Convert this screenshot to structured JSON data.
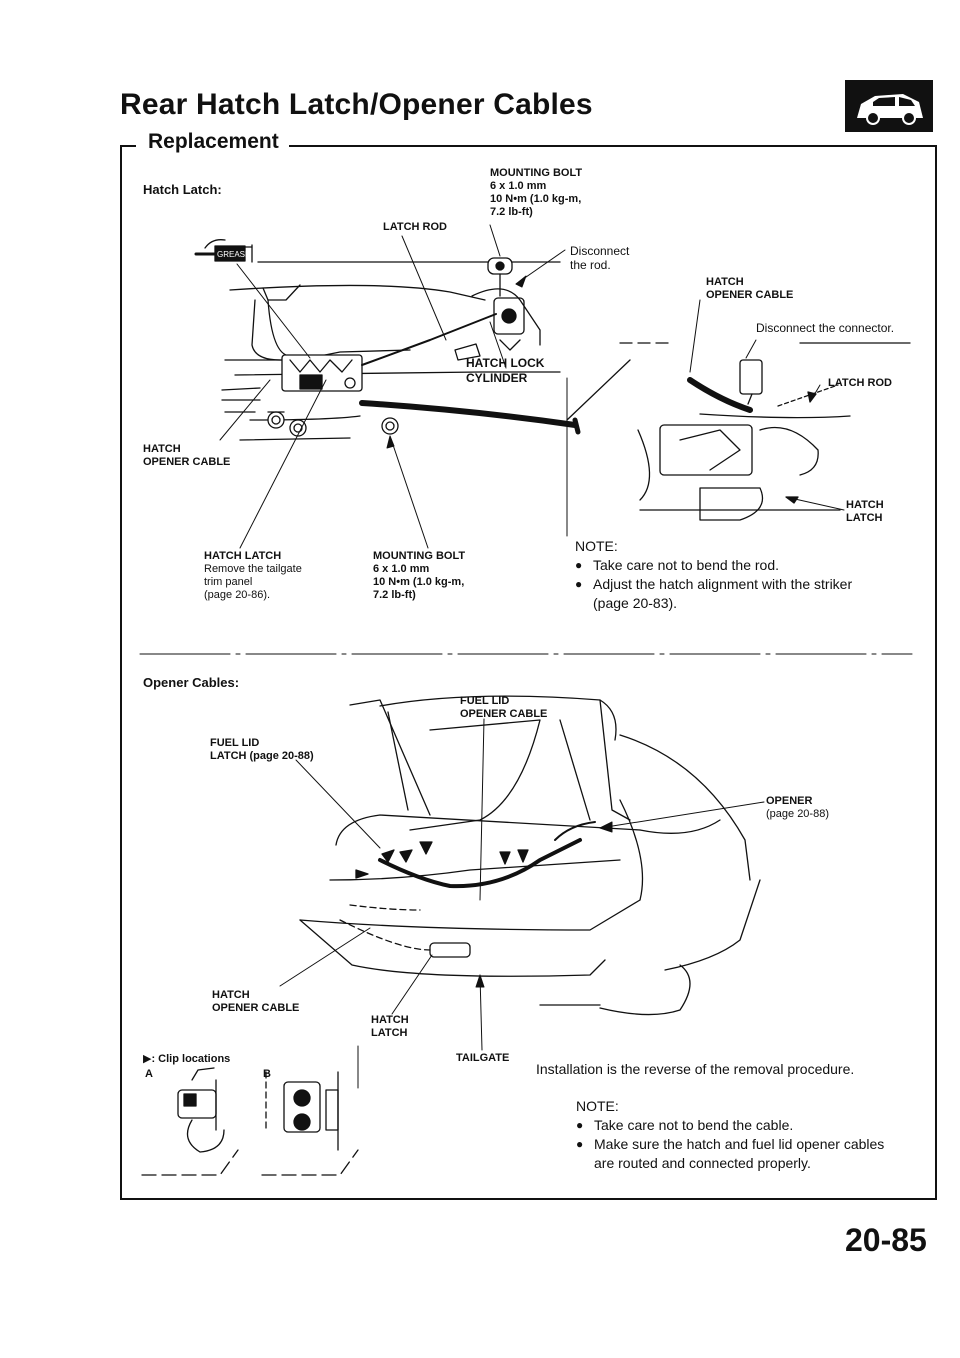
{
  "header": {
    "title": "Rear Hatch Latch/Opener Cables",
    "section": "Replacement",
    "icon": "hatchback-car-icon"
  },
  "hatch_latch": {
    "heading": "Hatch Latch:",
    "labels": {
      "mounting_bolt_top": [
        "MOUNTING BOLT",
        "6 x 1.0 mm",
        "10 N•m (1.0 kg-m,",
        "7.2 lb-ft)"
      ],
      "latch_rod": "LATCH ROD",
      "disconnect_rod": [
        "Disconnect",
        "the rod."
      ],
      "hatch_opener_cable_right": [
        "HATCH",
        "OPENER CABLE"
      ],
      "disconnect_connector": "Disconnect the connector.",
      "hatch_lock_cylinder": [
        "HATCH LOCK",
        "CYLINDER"
      ],
      "latch_rod_right": "LATCH ROD",
      "hatch_opener_cable_left": [
        "HATCH",
        "OPENER CABLE"
      ],
      "hatch_latch_right": [
        "HATCH",
        "LATCH"
      ],
      "hatch_latch_bottom": [
        "HATCH LATCH"
      ],
      "hatch_latch_bottom_note": [
        "Remove the tailgate",
        "trim panel",
        "(page 20-86)."
      ],
      "mounting_bolt_bottom": [
        "MOUNTING BOLT",
        "6 x 1.0 mm",
        "10 N•m (1.0 kg-m,",
        "7.2 lb-ft)"
      ],
      "grease": "GREASE"
    },
    "note": {
      "heading": "NOTE:",
      "items": [
        "Take care not to bend the rod.",
        "Adjust the hatch alignment with the striker",
        "(page 20-83)."
      ]
    }
  },
  "opener_cables": {
    "heading": "Opener Cables:",
    "labels": {
      "fuel_lid_opener_cable": [
        "FUEL LID",
        "OPENER CABLE"
      ],
      "fuel_lid_latch": [
        "FUEL LID",
        "LATCH (page 20-88)"
      ],
      "opener": [
        "OPENER",
        "(page 20-88)"
      ],
      "hatch_opener_cable": [
        "HATCH",
        "OPENER CABLE"
      ],
      "hatch_latch": [
        "HATCH",
        "LATCH"
      ],
      "tailgate": "TAILGATE",
      "clip_locations": "▶: Clip locations",
      "clip_a": "A",
      "clip_b": "B"
    },
    "installation": "Installation is the reverse of the removal procedure.",
    "note": {
      "heading": "NOTE:",
      "items": [
        "Take care not to bend the cable.",
        "Make sure the hatch and fuel lid opener cables",
        "are routed and connected properly."
      ]
    }
  },
  "footer": {
    "page_number": "20-85"
  }
}
